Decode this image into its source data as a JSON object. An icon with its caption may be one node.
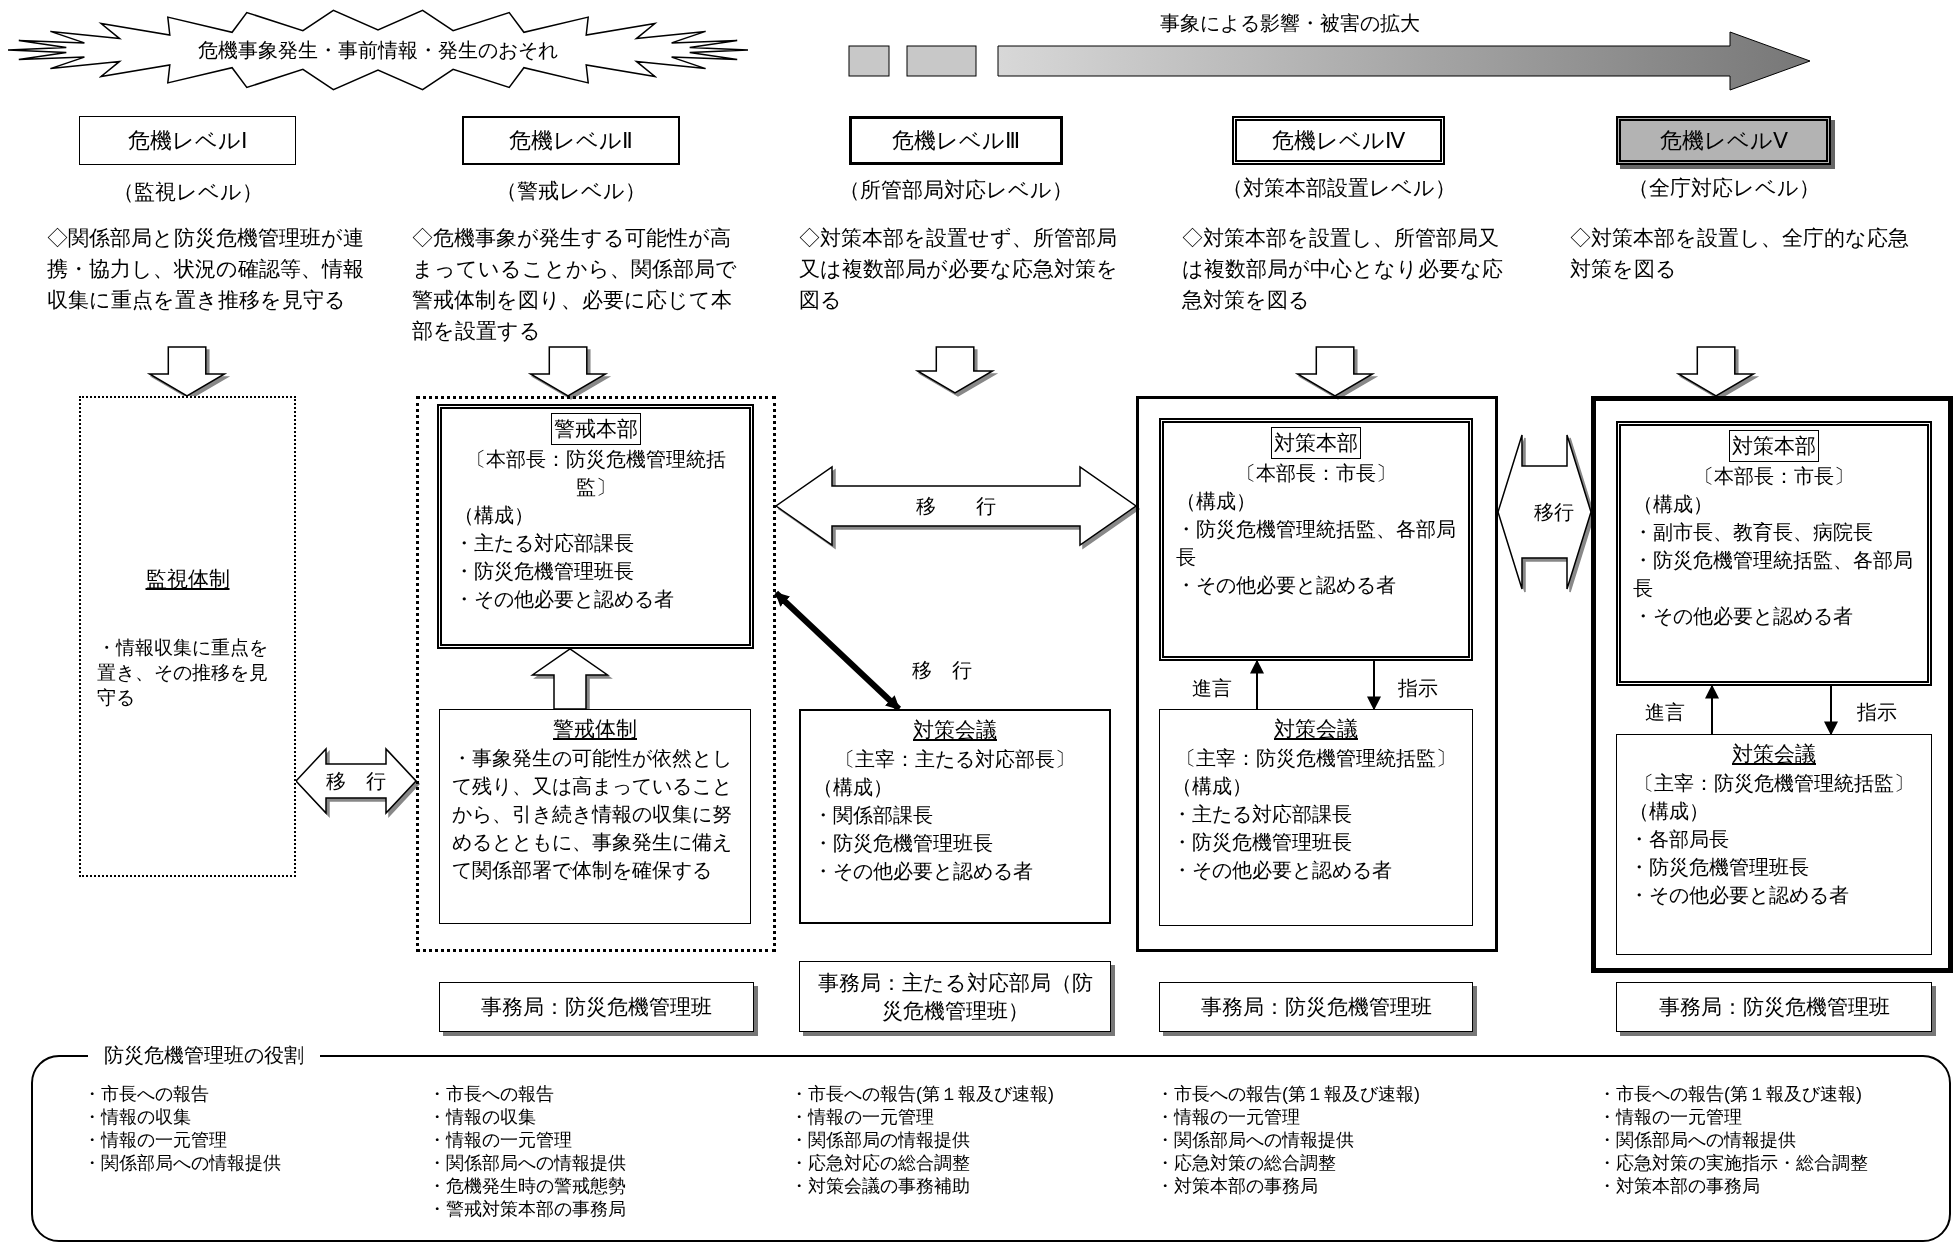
{
  "diagram": {
    "nodes": [
      {
        "text": [
          "危機事象発生・事前情報・発生のおそれ"
        ]
      },
      {
        "text": [
          "危機レベルⅠ"
        ],
        "beside": [
          "（監視レベル）"
        ]
      },
      {
        "text": [
          "危機レベルⅡ"
        ],
        "beside": [
          "（警戒レベル）"
        ]
      },
      {
        "text": [
          "危機レベルⅢ"
        ],
        "beside": [
          "（所管部局対応レベル）"
        ]
      },
      {
        "text": [
          "危機レベルⅣ"
        ],
        "beside": [
          "（対策本部設置レベル）"
        ]
      },
      {
        "text": [
          "危機レベルⅤ"
        ],
        "beside": [
          "（全庁対応レベル）"
        ]
      },
      {
        "text": [
          "◇関係部局と防災危機管理班が連携・協力し、状況の確認等、情報収集に重点を置き推移を見守る"
        ]
      },
      {
        "text": [
          "◇危機事象が発生する可能性が高まっていることから、関係部局で警戒体制を図り、必要に応じて本部を設置する"
        ]
      },
      {
        "text": [
          "◇対策本部を設置せず、所管部局又は複数部局が必要な応急対策を図る"
        ]
      },
      {
        "text": [
          "◇対策本部を設置し、所管部局又は複数部局が中心となり必要な応急対策を図る"
        ]
      },
      {
        "text": [
          "◇対策本部を設置し、全庁的な応急対策を図る"
        ]
      },
      {
        "text": [
          "監視体制",
          "・情報収集に重点を置き、その推移を見守る"
        ]
      },
      {
        "text": [],
        "shape": "box"
      },
      {
        "text": [
          "警戒本部",
          "〔本部長：防災危機管理統括監〕",
          "（構成）",
          "・主たる対応部課長",
          "・防災危機管理班長",
          "・その他必要と認める者"
        ],
        "in": 12
      },
      {
        "text": [
          "警戒体制",
          "・事象発生の可能性が依然として残り、又は高まっていることから、引き続き情報の収集に努めるとともに、事象発生に備えて関係部署で体制を確保する"
        ],
        "in": 12
      },
      {
        "text": [
          "対策会議",
          "〔主宰：主たる対応部長〕",
          "（構成）",
          "・関係部課長",
          "・防災危機管理班長",
          "・その他必要と認める者"
        ]
      },
      {
        "text": [],
        "shape": "box"
      },
      {
        "text": [
          "対策本部",
          "〔本部長：市長〕",
          "（構成）",
          "・防災危機管理統括監、各部局長",
          "・その他必要と認める者"
        ],
        "in": 16
      },
      {
        "text": [
          "対策会議",
          "〔主宰：防災危機管理統括監〕",
          "（構成）",
          "・主たる対応部課長",
          "・防災危機管理班長",
          "・その他必要と認める者"
        ],
        "in": 16
      },
      {
        "text": [],
        "shape": "box"
      },
      {
        "text": [
          "対策本部",
          "〔本部長：市長〕",
          "（構成）",
          "・副市長、教育長、病院長",
          "・防災危機管理統括監、各部局長",
          "・その他必要と認める者"
        ],
        "in": 19
      },
      {
        "text": [
          "対策会議",
          "〔主宰：防災危機管理統括監〕",
          "（構成）",
          "・各部局長",
          "・防災危機管理班長",
          "・その他必要と認める者"
        ],
        "in": 19
      },
      {
        "text": [
          "事務局：防災危機管理班"
        ]
      },
      {
        "text": [
          "事務局：主たる対応部局（防災危機管理班）"
        ]
      },
      {
        "text": [
          "事務局：防災危機管理班"
        ]
      },
      {
        "text": [
          "事務局：防災危機管理班"
        ]
      },
      {
        "text": [
          "防災危機管理班の役割",
          "・市長への報告",
          "・情報の収集",
          "・情報の一元管理",
          "・関係部局への情報提供",
          "・市長への報告",
          "・情報の収集",
          "・情報の一元管理",
          "・関係部局への情報提供",
          "・危機発生時の警戒態勢",
          "・警戒対策本部の事務局",
          "・市長への報告(第１報及び速報)",
          "・情報の一元管理",
          "・関係部局の情報提供",
          "・応急対応の総合調整",
          "・対策会議の事務補助",
          "・市長への報告(第１報及び速報)",
          "・情報の一元管理",
          "・関係部局への情報提供",
          "・応急対策の総合調整",
          "・対策本部の事務局",
          "・市長への報告(第１報及び速報)",
          "・情報の一元管理",
          "・関係部局への情報提供",
          "・応急対策の実施指示・総合調整",
          "・対策本部の事務局"
        ]
      }
    ],
    "edges": [
      {
        "from": 6,
        "to": 11,
        "arrow": "to"
      },
      {
        "from": 7,
        "to": 12,
        "arrow": "to"
      },
      {
        "from": 8,
        "to": null,
        "arrow": "to"
      },
      {
        "from": 9,
        "to": 16,
        "arrow": "to"
      },
      {
        "from": 10,
        "to": 19,
        "arrow": "to"
      },
      {
        "from": 11,
        "to": 12,
        "arrow": "both",
        "label": "移　行"
      },
      {
        "from": 14,
        "to": 13,
        "arrow": "to"
      },
      {
        "from": 12,
        "to": 16,
        "arrow": "both",
        "label": "移　　行"
      },
      {
        "from": 12,
        "to": 15,
        "arrow": "both",
        "label": "移　行",
        "style": "thick"
      },
      {
        "from": 16,
        "to": 19,
        "arrow": "both",
        "label": "移行"
      },
      {
        "from": 18,
        "to": 17,
        "arrow": "to",
        "label": "進言"
      },
      {
        "from": 17,
        "to": 18,
        "arrow": "to",
        "label": "指示"
      },
      {
        "from": 21,
        "to": 20,
        "arrow": "to",
        "label": "進言"
      },
      {
        "from": 20,
        "to": 21,
        "arrow": "to",
        "label": "指示"
      }
    ],
    "labels": [
      "事象による影響・被害の拡大"
    ]
  }
}
